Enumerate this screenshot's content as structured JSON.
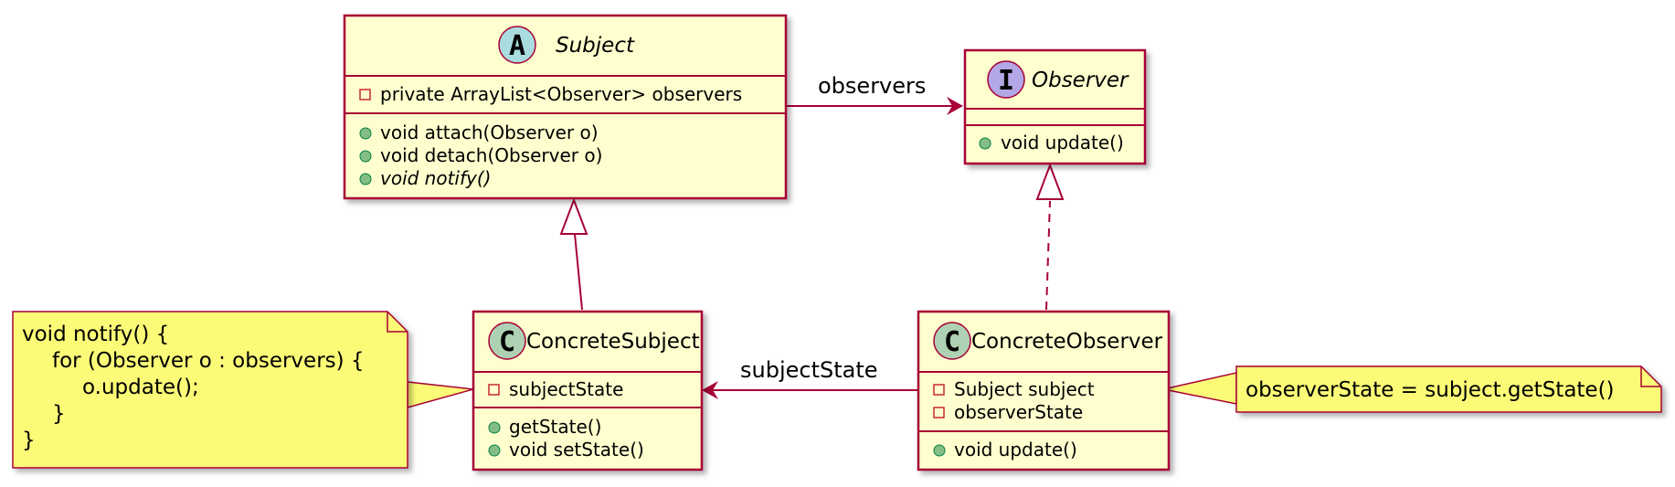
{
  "classes": {
    "subject": {
      "stereotype_letter": "A",
      "name": "Subject",
      "fields": [
        "private ArrayList<Observer> observers"
      ],
      "methods": [
        "void attach(Observer o)",
        "void detach(Observer o)",
        "void notify()"
      ]
    },
    "observer": {
      "stereotype_letter": "I",
      "name": "Observer",
      "methods": [
        "void update()"
      ]
    },
    "concrete_subject": {
      "stereotype_letter": "C",
      "name": "ConcreteSubject",
      "fields": [
        "subjectState"
      ],
      "methods": [
        "getState()",
        "void setState()"
      ]
    },
    "concrete_observer": {
      "stereotype_letter": "C",
      "name": "ConcreteObserver",
      "fields": [
        "Subject subject",
        "observerState"
      ],
      "methods": [
        "void update()"
      ]
    }
  },
  "edges": {
    "subject_observer_label": "observers",
    "concrete_observer_subject_label": "subjectState"
  },
  "notes": {
    "notify_note": [
      "void notify() {",
      "for (Observer o : observers) {",
      "o.update();",
      "}",
      "}"
    ],
    "observer_state_note": "observerState = subject.getState()"
  },
  "colors": {
    "class_fill": "#FEFECE",
    "border": "#A80036",
    "note_fill": "#FBFB77",
    "badge_abstract": "#A9DCDF",
    "badge_interface": "#B4A7E5",
    "badge_class": "#ADD1B2",
    "private_marker": "#C82930",
    "public_marker": "#84BE84"
  }
}
